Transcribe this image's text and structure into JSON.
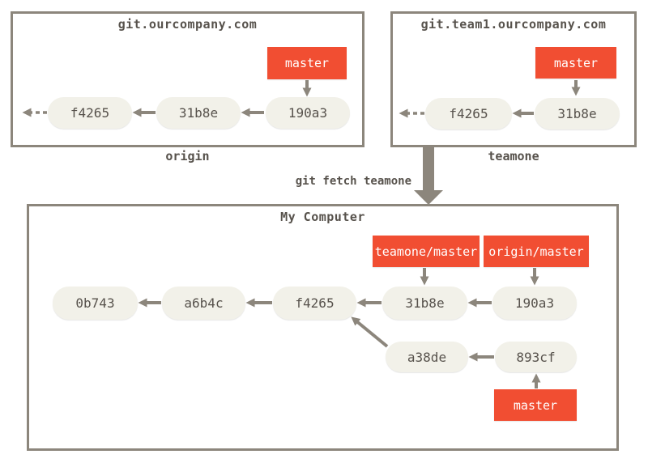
{
  "colors": {
    "background": "#ffffff",
    "box_border": "#8c867c",
    "arrow": "#8c867c",
    "commit_fill": "#f2f1e9",
    "commit_text": "#57524c",
    "branch_tag_fill": "#f14e32",
    "branch_tag_text": "#ffffff",
    "title_text": "#57524c"
  },
  "remote_origin": {
    "title": "git.ourcompany.com",
    "label": "origin",
    "branch": "master",
    "commits": [
      "f4265",
      "31b8e",
      "190a3"
    ]
  },
  "remote_teamone": {
    "title": "git.team1.ourcompany.com",
    "label": "teamone",
    "branch": "master",
    "commits": [
      "f4265",
      "31b8e"
    ]
  },
  "fetch_command": "git fetch teamone",
  "local": {
    "title": "My Computer",
    "remote_branch_labels": [
      "teamone/master",
      "origin/master"
    ],
    "branch": "master",
    "main_commits": [
      "0b743",
      "a6b4c",
      "f4265",
      "31b8e",
      "190a3"
    ],
    "divergent_commits": [
      "a38de",
      "893cf"
    ]
  }
}
